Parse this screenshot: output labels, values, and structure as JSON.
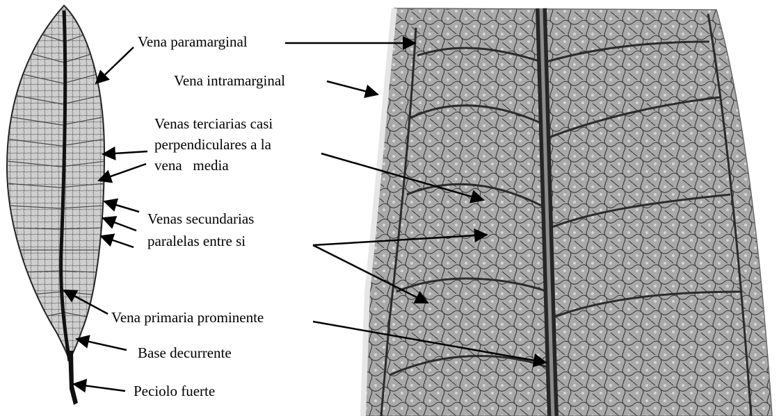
{
  "labels": {
    "paramarginal": "Vena paramarginal",
    "intramarginal": "Vena intramarginal",
    "terciarias": [
      "Venas terciarias casi",
      "perpendiculares a la",
      "vena   media"
    ],
    "secundarias": [
      "Venas secundarias",
      "paralelas entre si"
    ],
    "primaria": "Vena primaria prominente",
    "base": "Base decurrente",
    "peciolo": "Peciolo fuerte"
  },
  "colors": {
    "ink": "#000000",
    "leaf_fill": "#c9c9c9",
    "photo_fill": "#a9a9a9",
    "vein": "#2b2b2b",
    "background": "#ffffff"
  }
}
